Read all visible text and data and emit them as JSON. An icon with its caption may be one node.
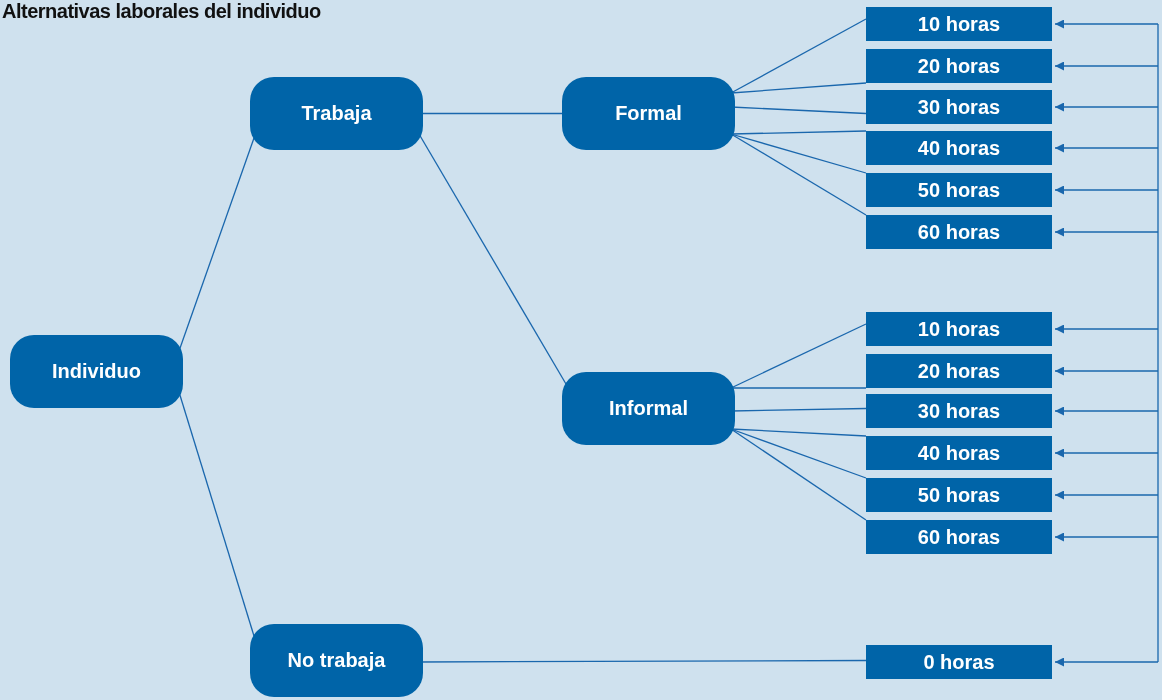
{
  "diagram": {
    "title": "Alternativas laborales del individuo",
    "nodes": [
      {
        "text": [
          "Individuo"
        ]
      },
      {
        "text": [
          "Trabaja"
        ]
      },
      {
        "text": [
          "Formal"
        ]
      },
      {
        "text": [
          "10 horas"
        ]
      },
      {
        "text": [
          "20 horas"
        ]
      },
      {
        "text": [
          "30 horas"
        ]
      },
      {
        "text": [
          "40 horas"
        ]
      },
      {
        "text": [
          "50 horas"
        ]
      },
      {
        "text": [
          "60 horas"
        ]
      },
      {
        "text": [
          "Informal"
        ]
      },
      {
        "text": [
          "10 horas"
        ]
      },
      {
        "text": [
          "20 horas"
        ]
      },
      {
        "text": [
          "30 horas"
        ]
      },
      {
        "text": [
          "40 horas"
        ]
      },
      {
        "text": [
          "50 horas"
        ]
      },
      {
        "text": [
          "60 horas"
        ]
      },
      {
        "text": [
          "No trabaja"
        ]
      },
      {
        "text": [
          "0 horas"
        ]
      }
    ],
    "edges": [
      {
        "from": 0,
        "to": 1,
        "arrow": "none"
      },
      {
        "from": 0,
        "to": 16,
        "arrow": "none"
      },
      {
        "from": 1,
        "to": 2,
        "arrow": "none"
      },
      {
        "from": 1,
        "to": 9,
        "arrow": "none"
      },
      {
        "from": 2,
        "to": 3,
        "arrow": "none"
      },
      {
        "from": 2,
        "to": 4,
        "arrow": "none"
      },
      {
        "from": 2,
        "to": 5,
        "arrow": "none"
      },
      {
        "from": 2,
        "to": 6,
        "arrow": "none"
      },
      {
        "from": 2,
        "to": 7,
        "arrow": "none"
      },
      {
        "from": 2,
        "to": 8,
        "arrow": "none"
      },
      {
        "from": 9,
        "to": 10,
        "arrow": "none"
      },
      {
        "from": 9,
        "to": 11,
        "arrow": "none"
      },
      {
        "from": 9,
        "to": 12,
        "arrow": "none"
      },
      {
        "from": 9,
        "to": 13,
        "arrow": "none"
      },
      {
        "from": 9,
        "to": 14,
        "arrow": "none"
      },
      {
        "from": 9,
        "to": 15,
        "arrow": "none"
      },
      {
        "from": 16,
        "to": 17,
        "arrow": "none"
      },
      {
        "from": null,
        "to": 3,
        "arrow": "to"
      },
      {
        "from": null,
        "to": 4,
        "arrow": "to"
      },
      {
        "from": null,
        "to": 5,
        "arrow": "to"
      },
      {
        "from": null,
        "to": 6,
        "arrow": "to"
      },
      {
        "from": null,
        "to": 7,
        "arrow": "to"
      },
      {
        "from": null,
        "to": 8,
        "arrow": "to"
      },
      {
        "from": null,
        "to": 10,
        "arrow": "to"
      },
      {
        "from": null,
        "to": 11,
        "arrow": "to"
      },
      {
        "from": null,
        "to": 12,
        "arrow": "to"
      },
      {
        "from": null,
        "to": 13,
        "arrow": "to"
      },
      {
        "from": null,
        "to": 14,
        "arrow": "to"
      },
      {
        "from": null,
        "to": 15,
        "arrow": "to"
      },
      {
        "from": null,
        "to": 17,
        "arrow": "to"
      }
    ]
  }
}
